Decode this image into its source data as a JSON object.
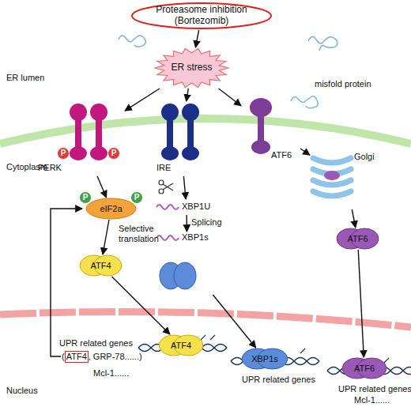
{
  "diagram": {
    "nodes": [
      {
        "text": [
          "Proteasome inhibition (Bortezomib)"
        ]
      },
      {
        "text": [
          "ER stress"
        ]
      },
      {
        "text": [
          "PERK"
        ]
      },
      {
        "text": [
          "P"
        ],
        "in": 2
      },
      {
        "text": [
          "P"
        ],
        "in": 2
      },
      {
        "text": [
          "IRE"
        ]
      },
      {
        "text": [
          "ATF6"
        ]
      },
      {
        "text": [
          "Golgi"
        ]
      },
      {
        "text": [
          "eIF2a"
        ]
      },
      {
        "text": [
          "P"
        ],
        "in": 8
      },
      {
        "text": [
          "P"
        ],
        "in": 8
      },
      {
        "text": [
          "ATF4"
        ]
      },
      {
        "text": [
          "XBP1U"
        ]
      },
      {
        "text": [
          "XBP1s"
        ]
      },
      {
        "text": [
          "ATF6"
        ]
      },
      {
        "text": [
          "ATF4"
        ]
      },
      {
        "text": [
          "XBP1s"
        ]
      },
      {
        "text": [
          "ATF6"
        ]
      }
    ],
    "edges": [
      {
        "from": 0,
        "to": 1,
        "arrow": "to"
      },
      {
        "from": 1,
        "to": 2,
        "arrow": "to"
      },
      {
        "from": 1,
        "to": 5,
        "arrow": "to"
      },
      {
        "from": 1,
        "to": 6,
        "arrow": "to"
      },
      {
        "from": 2,
        "to": 8,
        "arrow": "to"
      },
      {
        "from": 8,
        "to": 11,
        "label": "Selective translation",
        "arrow": "to"
      },
      {
        "from": 11,
        "to": 15,
        "arrow": "to"
      },
      {
        "from": 5,
        "to": 12,
        "arrow": "to"
      },
      {
        "from": 12,
        "to": 13,
        "label": "Splicing",
        "arrow": "to"
      },
      {
        "from": 13,
        "to": 16,
        "arrow": "to"
      },
      {
        "from": 6,
        "to": 7,
        "arrow": "to"
      },
      {
        "from": 7,
        "to": 14,
        "arrow": "to"
      },
      {
        "from": 14,
        "to": 17,
        "arrow": "to"
      }
    ],
    "labels": [
      "ER lumen",
      "Cytoplasm",
      "Nucleus",
      "misfold protein",
      "UPR related genes",
      "(",
      "ATF4",
      ", GRP-78......)",
      "Mcl-1......",
      "UPR related genes",
      "UPR related genes",
      "Mcl-1......"
    ]
  }
}
